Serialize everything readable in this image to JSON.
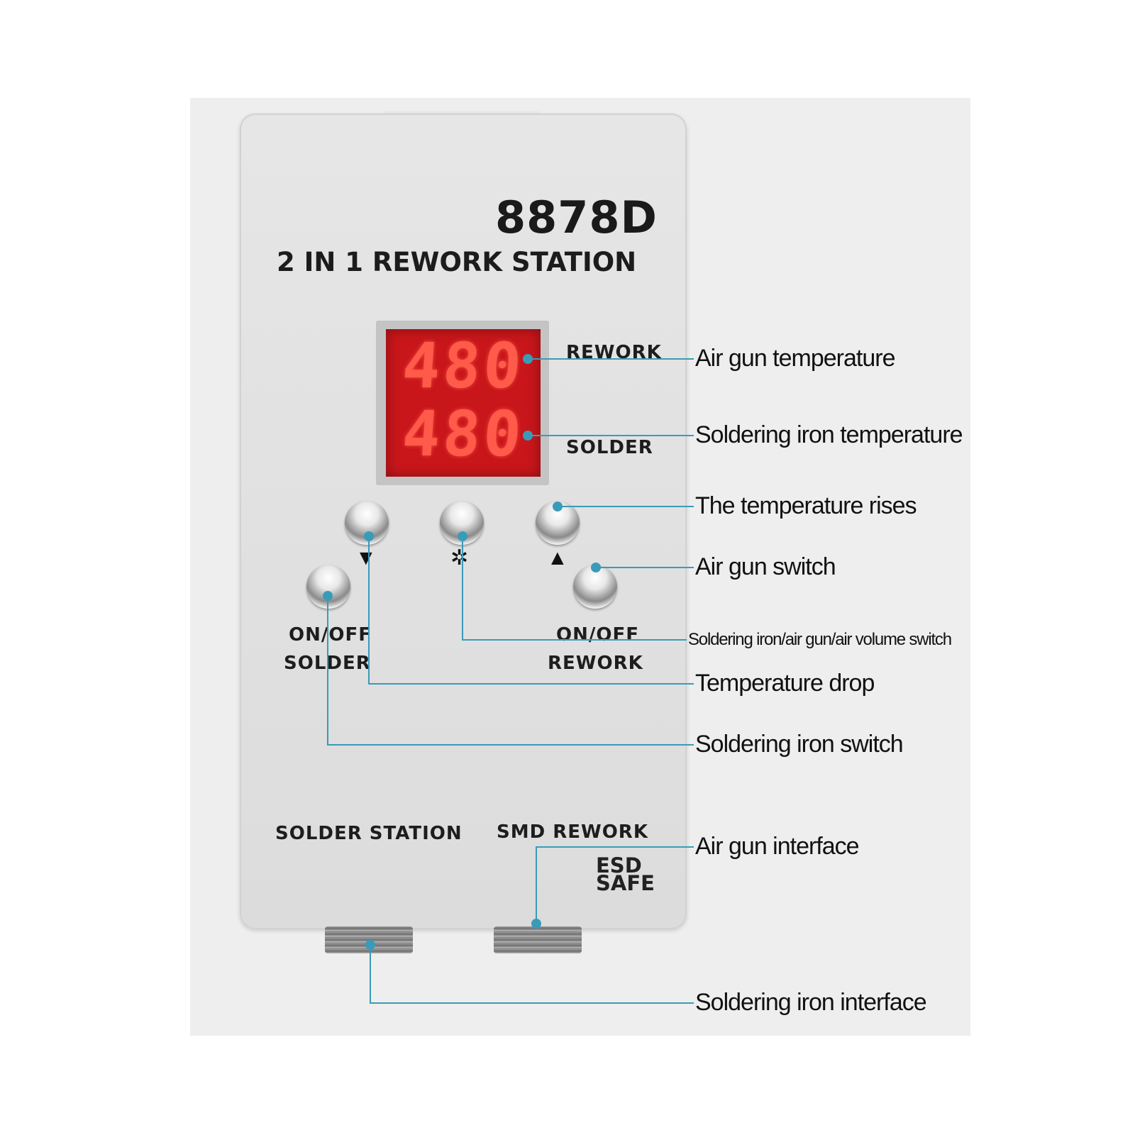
{
  "device": {
    "model": "8878D",
    "product_name": "2 IN 1 REWORK STATION",
    "display": {
      "top_reading": "480",
      "bottom_reading": "480"
    },
    "labels": {
      "rework": "REWORK",
      "solder": "SOLDER",
      "on_off_solder_line1": "ON/OFF",
      "on_off_solder_line2": "SOLDER",
      "on_off_rework_line1": "ON/OFF",
      "on_off_rework_line2": "REWORK",
      "solder_station": "SOLDER STATION",
      "smd_rework": "SMD REWORK",
      "esd_line1": "ESD",
      "esd_line2": "SAFE"
    },
    "glyphs": {
      "down": "▼",
      "fan": "✲",
      "up": "▲"
    }
  },
  "callouts": {
    "air_gun_temperature": "Air gun temperature",
    "soldering_iron_temperature": "Soldering iron temperature",
    "temperature_rises": "The temperature rises",
    "air_gun_switch": "Air gun switch",
    "mode_switch": "Soldering iron/air gun/air volume switch",
    "temperature_drop": "Temperature drop",
    "soldering_iron_switch": "Soldering iron switch",
    "air_gun_interface": "Air gun interface",
    "soldering_iron_interface": "Soldering iron interface"
  },
  "colors": {
    "leader_line": "#3a9bb8",
    "display_background": "#c9161b",
    "display_digits": "#ff5a4a",
    "device_body": "#dedede"
  }
}
